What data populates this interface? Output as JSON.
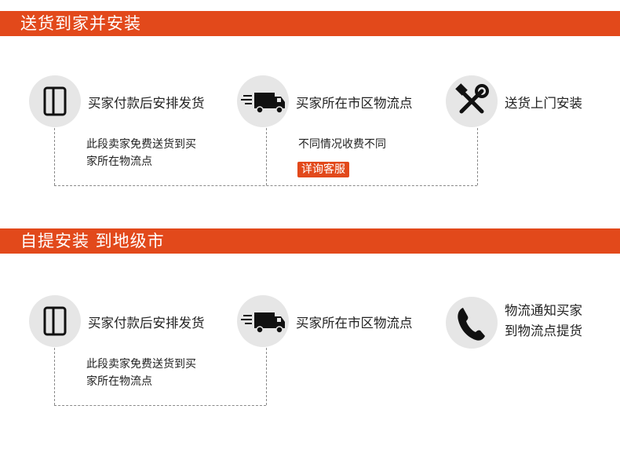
{
  "section1": {
    "title": "送货到家并安装",
    "steps": [
      {
        "icon": "card-icon",
        "label": "买家付款后安排发货"
      },
      {
        "icon": "truck-icon",
        "label": "买家所在市区物流点"
      },
      {
        "icon": "tools-icon",
        "label": "送货上门安装"
      }
    ],
    "desc1": [
      "此段卖家免费送货到买",
      "家所在物流点"
    ],
    "desc2": "不同情况收费不同",
    "consult_button": "详询客服"
  },
  "section2": {
    "title": "自提安装 到地级市",
    "steps": [
      {
        "icon": "card-icon",
        "label": "买家付款后安排发货"
      },
      {
        "icon": "truck-icon",
        "label": "买家所在市区物流点"
      },
      {
        "icon": "phone-icon",
        "label": [
          "物流通知买家",
          "到物流点提货"
        ]
      }
    ],
    "desc1": [
      "此段卖家免费送货到买",
      "家所在物流点"
    ]
  },
  "colors": {
    "accent": "#e2491b",
    "circle": "#e6e6e6",
    "dash": "#8a8a8a"
  }
}
